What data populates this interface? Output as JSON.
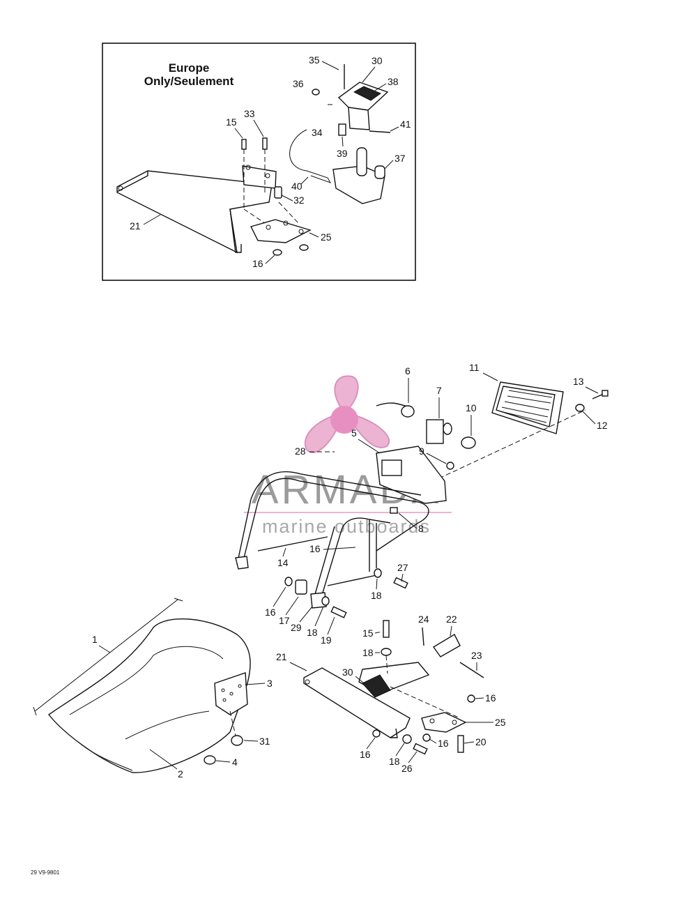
{
  "inset": {
    "title_line1": "Europe",
    "title_line2": "Only/Seulement",
    "callouts": [
      "35",
      "30",
      "36",
      "38",
      "33",
      "15",
      "34",
      "41",
      "39",
      "37",
      "40",
      "32",
      "21",
      "25",
      "16"
    ]
  },
  "main": {
    "callouts": [
      "6",
      "11",
      "13",
      "7",
      "10",
      "12",
      "5",
      "9",
      "28",
      "8",
      "14",
      "16",
      "27",
      "18",
      "16",
      "17",
      "29",
      "18",
      "19",
      "24",
      "22",
      "1",
      "15",
      "18",
      "23",
      "21",
      "30",
      "3",
      "16",
      "25",
      "31",
      "16",
      "20",
      "16",
      "4",
      "18",
      "2",
      "26"
    ]
  },
  "watermark": {
    "brand": "ARMADA",
    "tagline": "marine outboards",
    "logo_color": "#e9a6cc"
  },
  "document_code": "29 V9-9801"
}
